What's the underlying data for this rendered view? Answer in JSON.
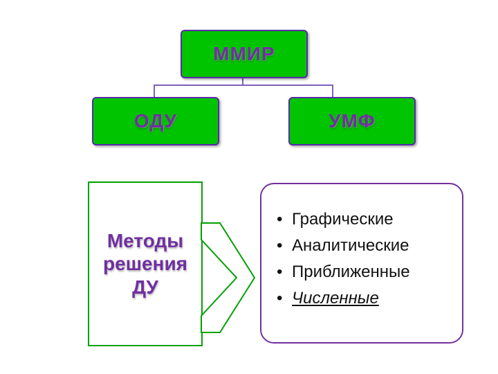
{
  "nodes": {
    "root": "ММИР",
    "left": "ОДУ",
    "right": "УМФ"
  },
  "methods_box": {
    "line1": "Методы",
    "line2": "решения",
    "line3": "ДУ"
  },
  "list": {
    "bullet": "•",
    "items": [
      "Графические",
      "Аналитические",
      "Приближенные",
      "Численные"
    ]
  },
  "colors": {
    "box_fill": "#00c400",
    "text_purple": "#7030a0",
    "border_purple": "#5a2aa8",
    "arrow_green": "#00a000"
  }
}
